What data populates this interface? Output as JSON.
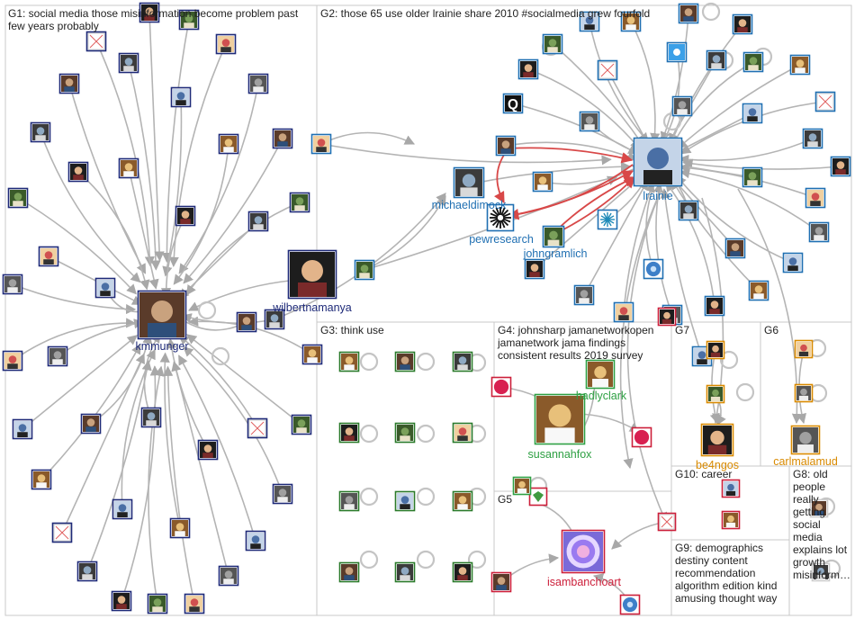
{
  "colors": {
    "edge": "#b4b4b4",
    "edge_strong": "#d84848",
    "group_border": "#c8c8c8",
    "label_blue": "#1f6fb2",
    "label_dark": "#1e2a78",
    "label_green": "#2ea043",
    "label_red": "#cc1f3a",
    "label_orange": "#d98a00"
  },
  "groups": [
    {
      "id": "G1",
      "lines": [
        "G1: social media those misinformation become problem past",
        "few years probably"
      ]
    },
    {
      "id": "G2",
      "lines": [
        "G2: those 65 use older lrainie share 2010 #socialmedia grew fourfold"
      ]
    },
    {
      "id": "G3",
      "lines": [
        "G3: think use"
      ]
    },
    {
      "id": "G4",
      "lines": [
        "G4: johnsharp jamanetworkopen",
        "jamanetwork jama findings",
        "consistent results 2019 survey"
      ]
    },
    {
      "id": "G5",
      "lines": [
        "G5"
      ]
    },
    {
      "id": "G6",
      "lines": [
        "G6"
      ]
    },
    {
      "id": "G7",
      "lines": [
        "G7"
      ]
    },
    {
      "id": "G8",
      "lines": [
        "G8: old",
        "people",
        "really",
        "getting",
        "social",
        "media",
        "explains lot",
        "growth",
        "misinform…"
      ]
    },
    {
      "id": "G9",
      "lines": [
        "G9: demographics",
        "destiny content",
        "recommendation",
        "algorithm edition kind",
        "amusing thought way"
      ]
    },
    {
      "id": "G10",
      "lines": [
        "G10: career"
      ]
    }
  ],
  "labeled_nodes": [
    {
      "id": "kmmunger",
      "label": "kmmunger",
      "color": "#1e2a78"
    },
    {
      "id": "wilbertnamanya",
      "label": "wilbertnamanya",
      "color": "#1e2a78"
    },
    {
      "id": "michaeldimock",
      "label": "michaeldimock",
      "color": "#1f6fb2"
    },
    {
      "id": "pewresearch",
      "label": "pewresearch",
      "color": "#1f6fb2"
    },
    {
      "id": "johngramlich",
      "label": "johngramlich",
      "color": "#1f6fb2"
    },
    {
      "id": "lrainie",
      "label": "lrainie",
      "color": "#1f6fb2"
    },
    {
      "id": "hadlyclark",
      "label": "hadlyclark",
      "color": "#2ea043"
    },
    {
      "id": "susannahfox",
      "label": "susannahfox",
      "color": "#2ea043"
    },
    {
      "id": "isambanchoart",
      "label": "isambanchoart",
      "color": "#cc1f3a"
    },
    {
      "id": "be4ngos",
      "label": "be4ngos",
      "color": "#d98a00"
    },
    {
      "id": "carlmalamud",
      "label": "carlmalamud",
      "color": "#d98a00"
    }
  ],
  "icons": {
    "pew_icon": "pewresearch-logo-icon",
    "quora_glyph": "Q",
    "broken_image": "broken-image-icon"
  }
}
